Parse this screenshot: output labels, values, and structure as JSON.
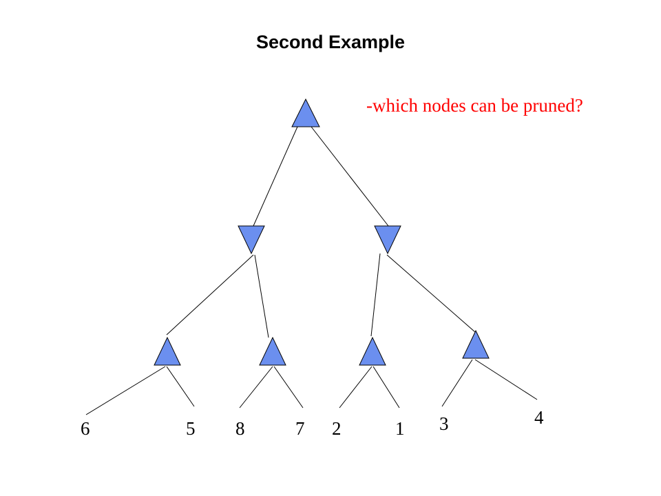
{
  "slide": {
    "title": "Second Example",
    "question": "-which nodes can be pruned?"
  },
  "tree": {
    "node_fill": "#6b8fef",
    "node_stroke": "#000000",
    "root": {
      "type": "max"
    },
    "level1": [
      {
        "id": "min-left",
        "type": "min"
      },
      {
        "id": "min-right",
        "type": "min"
      }
    ],
    "level2": [
      {
        "id": "max-1",
        "type": "max"
      },
      {
        "id": "max-2",
        "type": "max"
      },
      {
        "id": "max-3",
        "type": "max"
      },
      {
        "id": "max-4",
        "type": "max"
      }
    ],
    "leaves": [
      "6",
      "5",
      "8",
      "7",
      "2",
      "1",
      "3",
      "4"
    ]
  }
}
